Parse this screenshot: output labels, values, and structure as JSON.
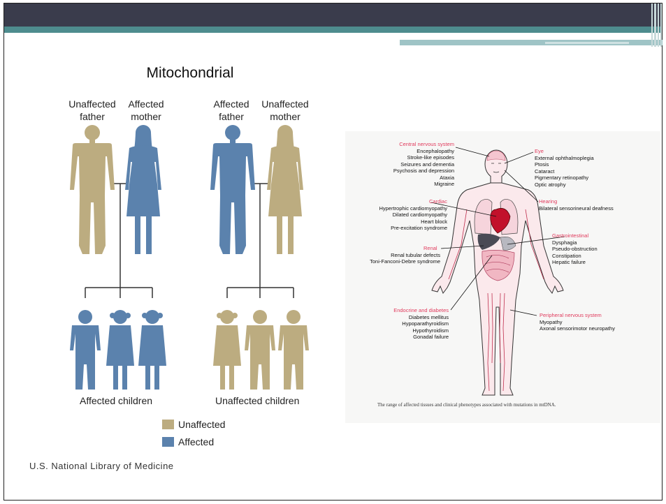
{
  "diagram": {
    "title": "Mitochondrial",
    "left_family": {
      "father_label": [
        "Unaffected",
        "father"
      ],
      "mother_label": [
        "Affected",
        "mother"
      ],
      "children_label": "Affected children"
    },
    "right_family": {
      "father_label": [
        "Affected",
        "father"
      ],
      "mother_label": [
        "Unaffected",
        "mother"
      ],
      "children_label": "Unaffected children"
    },
    "legend": [
      {
        "label": "Unaffected",
        "color": "#bcac80"
      },
      {
        "label": "Affected",
        "color": "#5b82ad"
      }
    ],
    "source": "U.S. National Library of Medicine"
  },
  "body_figure": {
    "annotations": {
      "cns": {
        "heading": "Central nervous system",
        "items": [
          "Encephalopathy",
          "Stroke-like episodes",
          "Seizures and dementia",
          "Psychosis and depression",
          "Ataxia",
          "Migraine"
        ]
      },
      "eye": {
        "heading": "Eye",
        "items": [
          "External ophthalmoplegia",
          "Ptosis",
          "Cataract",
          "Pigmentary retinopathy",
          "Optic atrophy"
        ]
      },
      "hearing": {
        "heading": "Hearing",
        "items": [
          "Bilateral sensorineural deafness"
        ]
      },
      "cardiac": {
        "heading": "Cardiac",
        "items": [
          "Hypertrophic cardiomyopathy",
          "Dilated cardiomyopathy",
          "Heart block",
          "Pre-excitation syndrome"
        ]
      },
      "gi": {
        "heading": "Gastrointestinal",
        "items": [
          "Dysphagia",
          "Pseudo-obstruction",
          "Constipation",
          "Hepatic failure"
        ]
      },
      "renal": {
        "heading": "Renal",
        "items": [
          "Renal tubular defects",
          "Toni-Fanconi-Debre syndrome"
        ]
      },
      "endocrine": {
        "heading": "Endocrine and diabetes",
        "items": [
          "Diabetes mellitus",
          "Hypoparathyroidism",
          "Hypothyroidism",
          "Gonadal failure"
        ]
      },
      "pns": {
        "heading": "Peripheral nervous system",
        "items": [
          "Myopathy",
          "Axonal sensorimotor neuropathy"
        ]
      }
    },
    "caption": "The range of affected tissues and clinical phenotypes associated with mutations in mtDNA."
  }
}
